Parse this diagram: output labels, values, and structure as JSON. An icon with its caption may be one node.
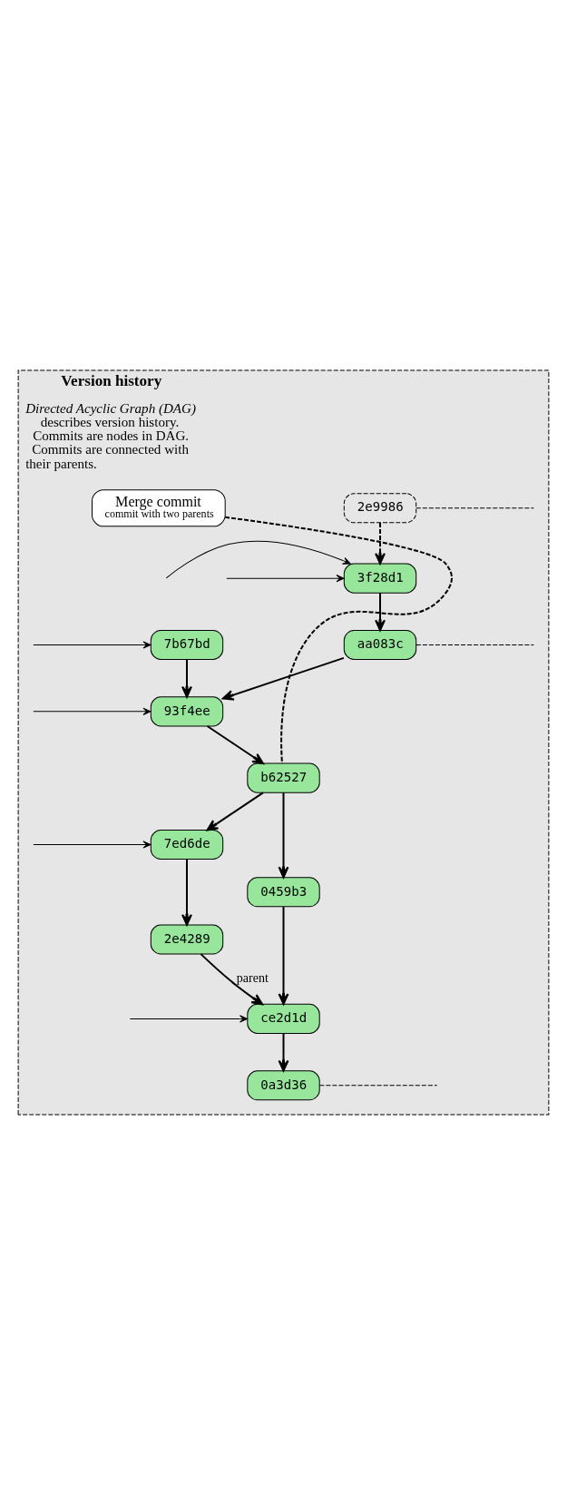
{
  "diagram": {
    "nodes": [
      {
        "text": [
          "Version history",
          "*Directed Acyclic Graph (DAG)* describes version history. Commits are nodes in DAG. Commits are connected with their parents."
        ]
      },
      {
        "text": [
          "2e9986"
        ],
        "in": 0
      },
      {
        "text": [
          "3f28d1"
        ],
        "in": 0
      },
      {
        "text": [
          "7b67bd"
        ],
        "in": 0
      },
      {
        "text": [
          "aa083c"
        ],
        "in": 0
      },
      {
        "text": [
          "93f4ee"
        ],
        "in": 0
      },
      {
        "text": [
          "Merge commit",
          "commit with two parents"
        ],
        "in": 0
      },
      {
        "text": [
          "b62527"
        ],
        "in": 0
      },
      {
        "text": [
          "7ed6de"
        ],
        "in": 0
      },
      {
        "text": [
          "0459b3"
        ],
        "in": 0
      },
      {
        "text": [
          "2e4289"
        ],
        "in": 0
      },
      {
        "text": [
          "ce2d1d"
        ],
        "in": 0
      },
      {
        "text": [
          "0a3d36"
        ],
        "in": 0
      }
    ],
    "edges": [
      {
        "from": 1,
        "to": 2,
        "arrow": "to",
        "style": "dashed"
      },
      {
        "from": null,
        "to": 2,
        "arrow": "to"
      },
      {
        "from": null,
        "to": 2,
        "arrow": "to"
      },
      {
        "from": 1,
        "to": null,
        "arrow": "none",
        "style": "dashed"
      },
      {
        "from": null,
        "to": 3,
        "arrow": "to"
      },
      {
        "from": 2,
        "to": 4,
        "arrow": "to"
      },
      {
        "from": 3,
        "to": 5,
        "arrow": "to"
      },
      {
        "from": 4,
        "to": 5,
        "arrow": "to"
      },
      {
        "from": 4,
        "to": null,
        "arrow": "none",
        "style": "dashed"
      },
      {
        "from": null,
        "to": 5,
        "arrow": "to"
      },
      {
        "from": 6,
        "to": 7,
        "arrow": "none",
        "style": "dashed"
      },
      {
        "from": 5,
        "to": 7,
        "arrow": "to"
      },
      {
        "from": 7,
        "to": 8,
        "arrow": "to"
      },
      {
        "from": null,
        "to": 8,
        "arrow": "to"
      },
      {
        "from": 7,
        "to": 9,
        "arrow": "to"
      },
      {
        "from": 8,
        "to": 10,
        "arrow": "to"
      },
      {
        "from": 9,
        "to": 11,
        "arrow": "to"
      },
      {
        "from": 10,
        "to": 11,
        "arrow": "to",
        "label": "parent"
      },
      {
        "from": null,
        "to": 11,
        "arrow": "to"
      },
      {
        "from": 11,
        "to": 12,
        "arrow": "to"
      },
      {
        "from": 12,
        "to": null,
        "arrow": "none",
        "style": "dashed"
      }
    ]
  }
}
